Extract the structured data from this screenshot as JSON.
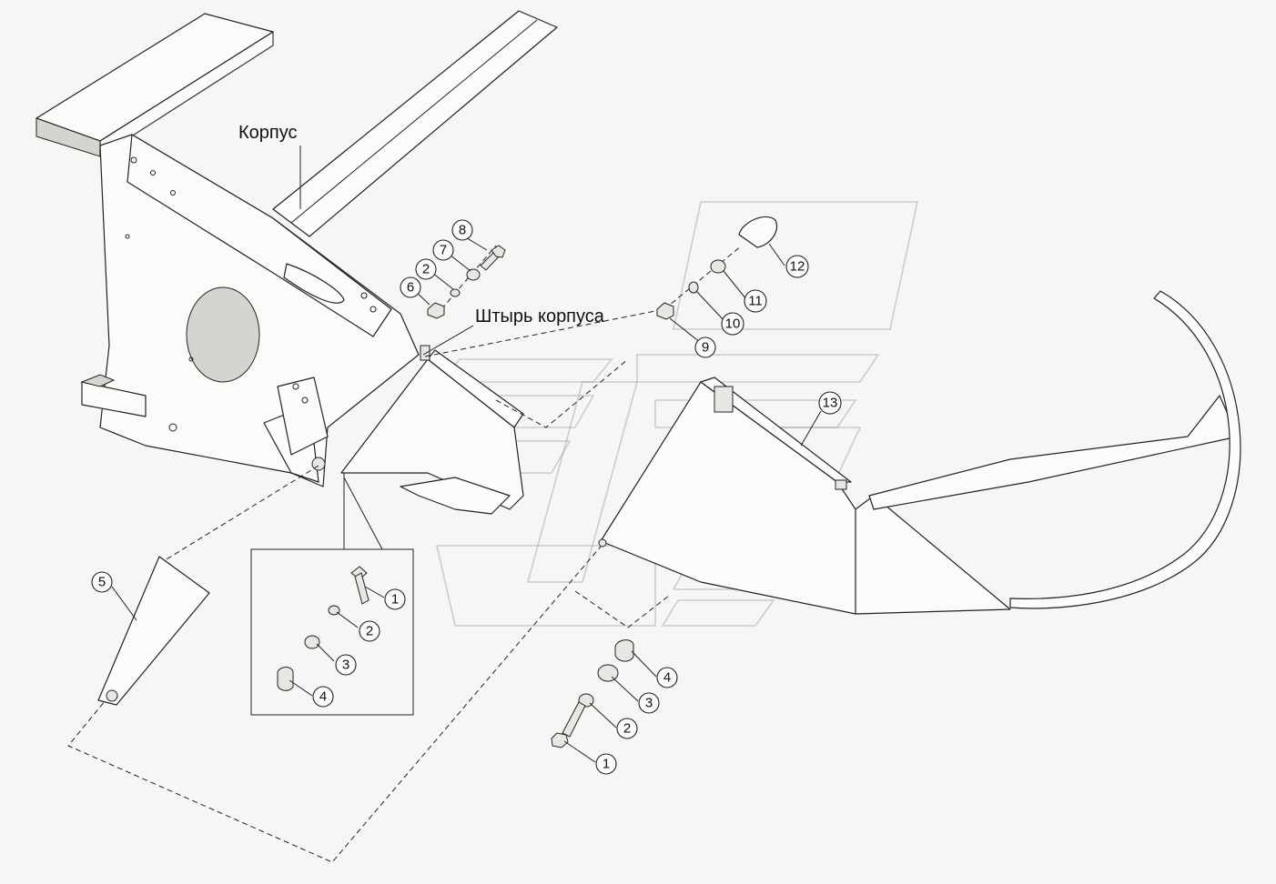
{
  "labels": {
    "body": "Корпус",
    "body_pin": "Штырь корпуса"
  },
  "callouts": [
    {
      "id": "c8",
      "text": "8"
    },
    {
      "id": "c7",
      "text": "7"
    },
    {
      "id": "c2a",
      "text": "2"
    },
    {
      "id": "c6",
      "text": "6"
    },
    {
      "id": "c12",
      "text": "12"
    },
    {
      "id": "c11",
      "text": "11"
    },
    {
      "id": "c10",
      "text": "10"
    },
    {
      "id": "c9",
      "text": "9"
    },
    {
      "id": "c13",
      "text": "13"
    },
    {
      "id": "c5",
      "text": "5"
    },
    {
      "id": "d1",
      "text": "1"
    },
    {
      "id": "d2",
      "text": "2"
    },
    {
      "id": "d3",
      "text": "3"
    },
    {
      "id": "d4",
      "text": "4"
    },
    {
      "id": "e4",
      "text": "4"
    },
    {
      "id": "e3",
      "text": "3"
    },
    {
      "id": "e2",
      "text": "2"
    },
    {
      "id": "e1",
      "text": "1"
    }
  ]
}
